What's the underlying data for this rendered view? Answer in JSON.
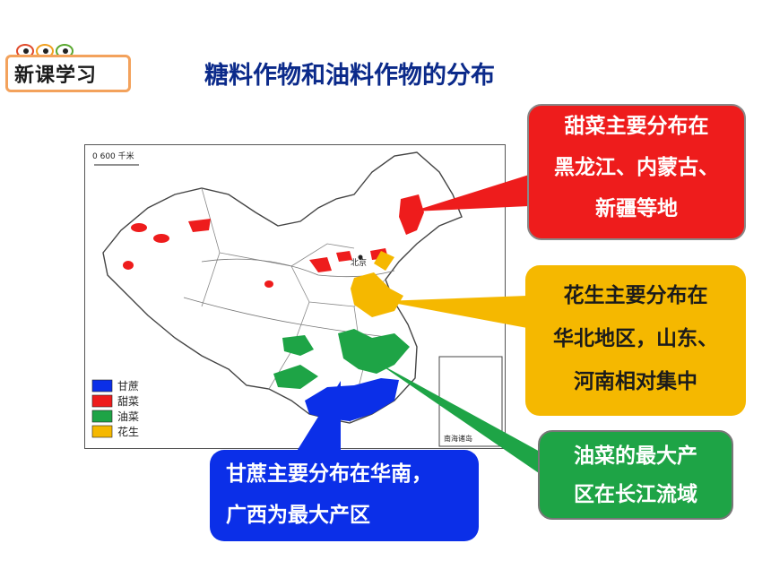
{
  "badge": {
    "label": "新课学习"
  },
  "title": "糖料作物和油料作物的分布",
  "map": {
    "scale_label": "0      600 千米",
    "capital_label": "北京",
    "inset_label": "南海诸岛",
    "legend": [
      {
        "label": "甘蔗",
        "color": "#0b2fe8"
      },
      {
        "label": "甜菜",
        "color": "#ee1c1c"
      },
      {
        "label": "油菜",
        "color": "#1ea446"
      },
      {
        "label": "花生",
        "color": "#f5b800"
      }
    ]
  },
  "callouts": {
    "beet": {
      "lines": [
        "甜菜主要分布在",
        "黑龙江、内蒙古、",
        "新疆等地"
      ],
      "color": "#ee1c1c"
    },
    "peanut": {
      "lines": [
        "花生主要分布在",
        "华北地区，山东、",
        "河南相对集中"
      ],
      "color": "#f5b800"
    },
    "rape": {
      "lines": [
        "油菜的最大产",
        "区在长江流域"
      ],
      "color": "#1ea446"
    },
    "cane": {
      "lines": [
        "甘蔗主要分布在华南，",
        "广西为最大产区"
      ],
      "color": "#0b2fe8"
    }
  }
}
